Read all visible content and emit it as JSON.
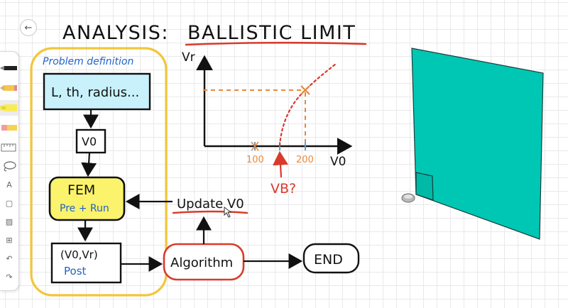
{
  "header": {
    "title_prefix": "ANALYSIS:",
    "title_main": "BALLISTIC LIMIT"
  },
  "toolbar": {
    "back_glyph": "←",
    "tools": [
      {
        "name": "pen-black-icon"
      },
      {
        "name": "pencil-yellow-icon"
      },
      {
        "name": "highlighter-yellow-icon"
      },
      {
        "name": "eraser-icon"
      },
      {
        "name": "ruler-icon"
      },
      {
        "name": "lasso-icon"
      },
      {
        "name": "text-tool-icon",
        "glyph": "A"
      },
      {
        "name": "sticky-note-icon",
        "glyph": "▢"
      },
      {
        "name": "image-icon",
        "glyph": "▨"
      },
      {
        "name": "add-icon",
        "glyph": "⊞"
      },
      {
        "name": "undo-icon",
        "glyph": "↶"
      },
      {
        "name": "redo-icon",
        "glyph": "↷"
      }
    ]
  },
  "flowchart": {
    "group_label": "Problem definition",
    "params_box": "L, th, radius...",
    "v0_box": "V0",
    "fem_title": "FEM",
    "fem_sub": "Pre + Run",
    "post_top": "(V0,Vr)",
    "post_bottom": "Post",
    "algorithm": "Algorithm",
    "end": "END",
    "update": "Update V0"
  },
  "graph": {
    "y_label": "Vr",
    "x_label": "V0",
    "tick_100": "100",
    "tick_200": "200",
    "vb_label": "VB?"
  },
  "colors": {
    "ink": "#111111",
    "accent_red": "#d93a2b",
    "orange": "#e8893a",
    "blue_ink": "#1f63c6",
    "cyan_fill": "#c8f1fb",
    "yellow_fill": "#fbf36c",
    "yellow_outline": "#f2c63a",
    "plate": "#00c7b4"
  }
}
